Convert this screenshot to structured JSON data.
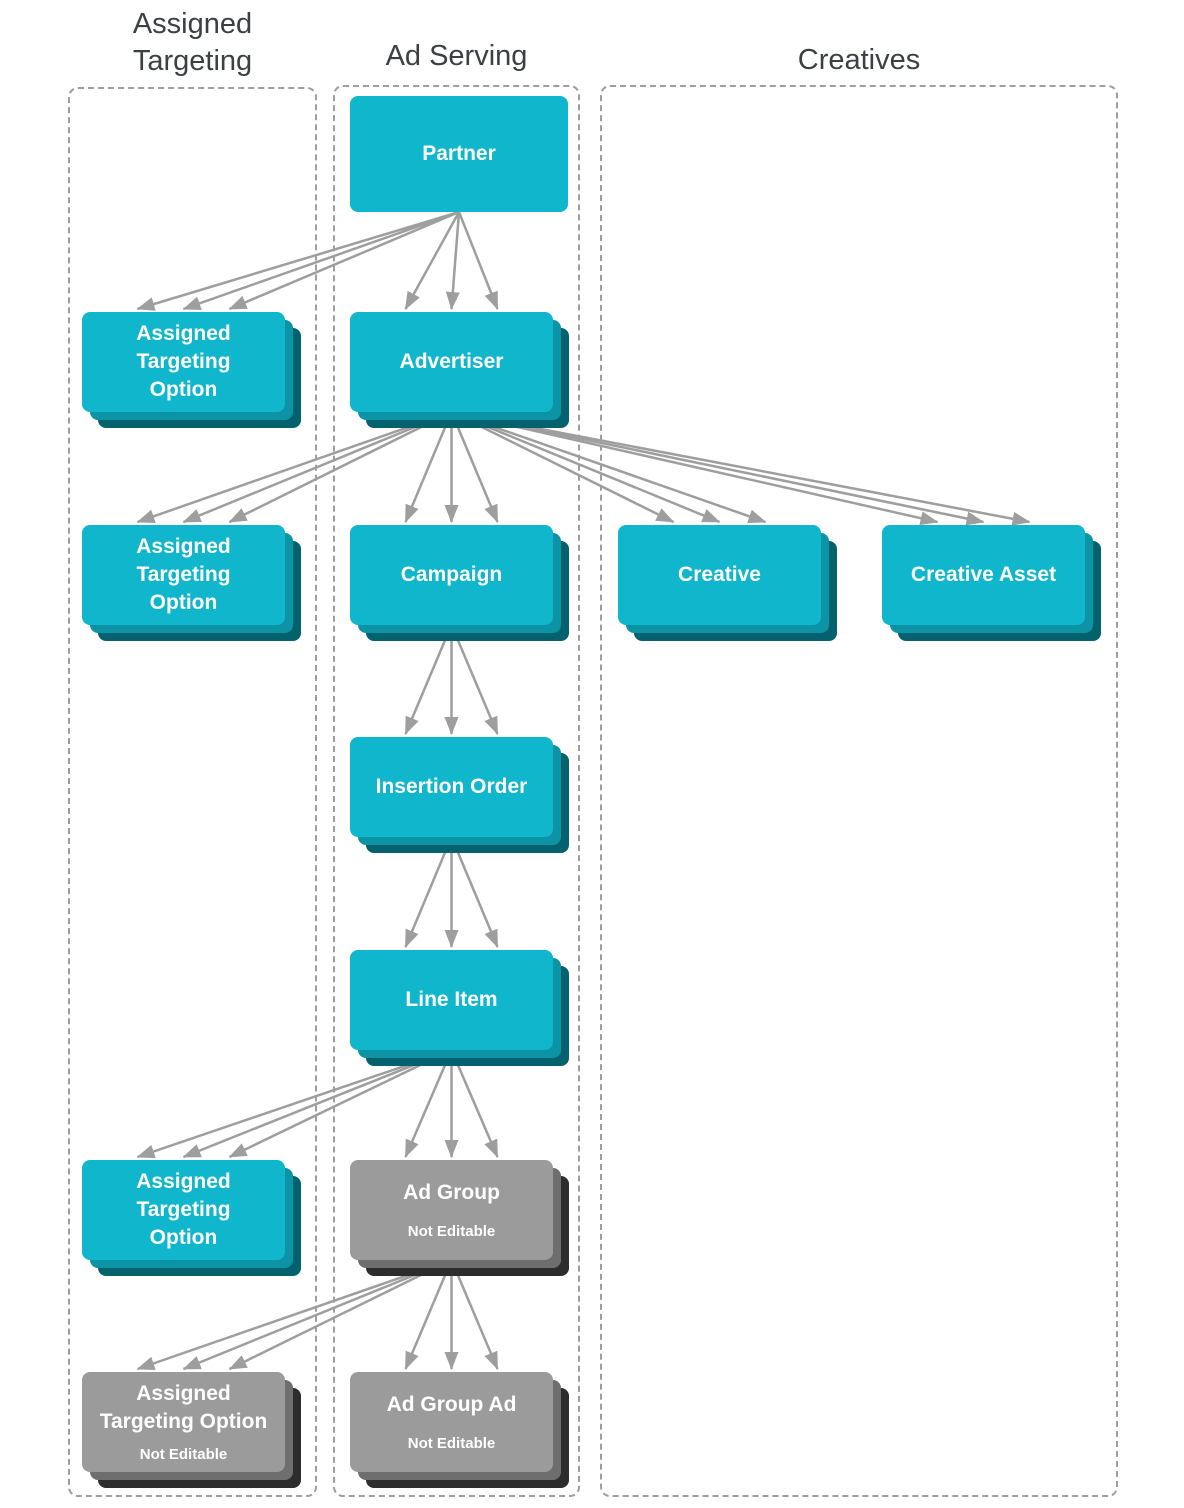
{
  "columns": [
    {
      "id": "assigned-targeting",
      "title": "Assigned\nTargeting"
    },
    {
      "id": "ad-serving",
      "title": "Ad Serving"
    },
    {
      "id": "creatives",
      "title": "Creatives"
    }
  ],
  "colors": {
    "node_cyan": "#10b6cc",
    "node_cyan_stack_mid": "#0d93a6",
    "node_cyan_stack_back": "#03626d",
    "node_gray": "#9b9b9b",
    "node_gray_stack_mid": "#6e6e6e",
    "node_gray_stack_back": "#2d2d2d",
    "arrow": "#9e9e9e",
    "column_border": "#9e9e9e",
    "column_title_text": "#3c4043",
    "node_text": "#ffffff"
  },
  "diagram": {
    "arrows_per_edge": 3,
    "nodes": [
      {
        "id": "partner",
        "label": "Partner",
        "column": "ad-serving",
        "style": "cyan-single"
      },
      {
        "id": "assigned-targeting-option-1",
        "label": "Assigned\nTargeting\nOption",
        "column": "assigned-targeting",
        "style": "cyan-stack"
      },
      {
        "id": "advertiser",
        "label": "Advertiser",
        "column": "ad-serving",
        "style": "cyan-stack"
      },
      {
        "id": "assigned-targeting-option-2",
        "label": "Assigned\nTargeting\nOption",
        "column": "assigned-targeting",
        "style": "cyan-stack"
      },
      {
        "id": "campaign",
        "label": "Campaign",
        "column": "ad-serving",
        "style": "cyan-stack"
      },
      {
        "id": "creative",
        "label": "Creative",
        "column": "creatives",
        "style": "cyan-stack"
      },
      {
        "id": "creative-asset",
        "label": "Creative Asset",
        "column": "creatives",
        "style": "cyan-stack"
      },
      {
        "id": "insertion-order",
        "label": "Insertion Order",
        "column": "ad-serving",
        "style": "cyan-stack"
      },
      {
        "id": "line-item",
        "label": "Line Item",
        "column": "ad-serving",
        "style": "cyan-stack"
      },
      {
        "id": "assigned-targeting-option-3",
        "label": "Assigned\nTargeting\nOption",
        "column": "assigned-targeting",
        "style": "cyan-stack"
      },
      {
        "id": "ad-group",
        "label": "Ad Group",
        "sublabel": "Not Editable",
        "column": "ad-serving",
        "style": "gray-stack"
      },
      {
        "id": "assigned-targeting-option-4",
        "label": "Assigned\nTargeting Option",
        "sublabel": "Not Editable",
        "column": "assigned-targeting",
        "style": "gray-stack"
      },
      {
        "id": "ad-group-ad",
        "label": "Ad Group Ad",
        "sublabel": "Not Editable",
        "column": "ad-serving",
        "style": "gray-stack"
      }
    ],
    "edges": [
      {
        "from": "partner",
        "to": "assigned-targeting-option-1"
      },
      {
        "from": "partner",
        "to": "advertiser"
      },
      {
        "from": "advertiser",
        "to": "assigned-targeting-option-2"
      },
      {
        "from": "advertiser",
        "to": "campaign"
      },
      {
        "from": "advertiser",
        "to": "creative"
      },
      {
        "from": "advertiser",
        "to": "creative-asset"
      },
      {
        "from": "campaign",
        "to": "insertion-order"
      },
      {
        "from": "insertion-order",
        "to": "line-item"
      },
      {
        "from": "line-item",
        "to": "assigned-targeting-option-3"
      },
      {
        "from": "line-item",
        "to": "ad-group"
      },
      {
        "from": "ad-group",
        "to": "assigned-targeting-option-4"
      },
      {
        "from": "ad-group",
        "to": "ad-group-ad"
      }
    ]
  }
}
